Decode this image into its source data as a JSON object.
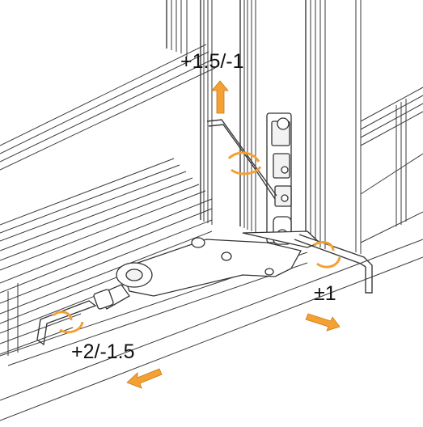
{
  "labels": {
    "vertical_adjustment": "+1.5/-1",
    "lateral_adjustment": "±1",
    "horizontal_adjustment": "+2/-1.5"
  },
  "colors": {
    "accent_arrow": "#f5a033",
    "line": "#333333"
  },
  "icons": {
    "arrow_up": "arrow-up-icon",
    "arrow_down_right": "arrow-down-right-icon",
    "arrow_down_left": "arrow-down-left-icon",
    "rotation": "rotation-arrow-icon",
    "hex_key": "hex-key-icon"
  }
}
